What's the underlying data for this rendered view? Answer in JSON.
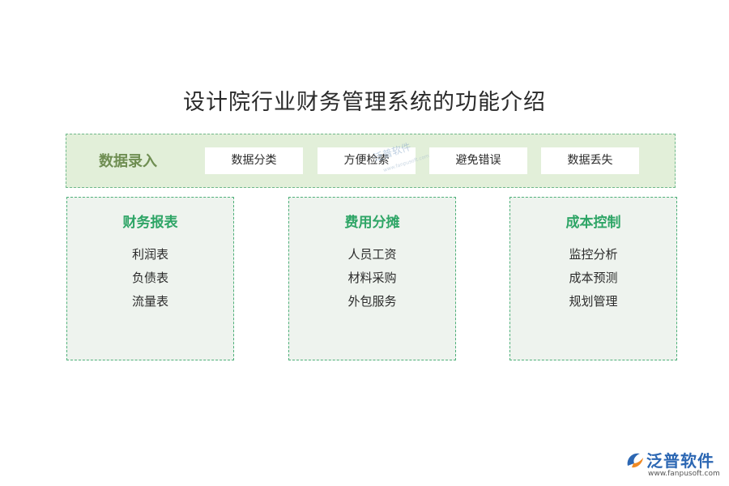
{
  "title": "设计院行业财务管理系统的功能介绍",
  "data_input": {
    "label": "数据录入",
    "tags": [
      "数据分类",
      "方便检索",
      "避免错误",
      "数据丢失"
    ]
  },
  "modules": [
    {
      "title": "财务报表",
      "items": [
        "利润表",
        "负债表",
        "流量表"
      ]
    },
    {
      "title": "费用分摊",
      "items": [
        "人员工资",
        "材料采购",
        "外包服务"
      ]
    },
    {
      "title": "成本控制",
      "items": [
        "监控分析",
        "成本预测",
        "规划管理"
      ]
    }
  ],
  "watermark": {
    "text": "泛普软件",
    "sub": "www.fanpusoft.com"
  },
  "brand": {
    "name": "泛普软件",
    "url": "www.fanpusoft.com"
  },
  "colors": {
    "band_background": "#e2efd9",
    "band_label": "#6f8e52",
    "module_background": "#eef3ee",
    "module_title": "#2ea566",
    "dashed_border": "#4fb07a",
    "brand_blue": "#2c67b3",
    "brand_orange": "#f08a24"
  }
}
